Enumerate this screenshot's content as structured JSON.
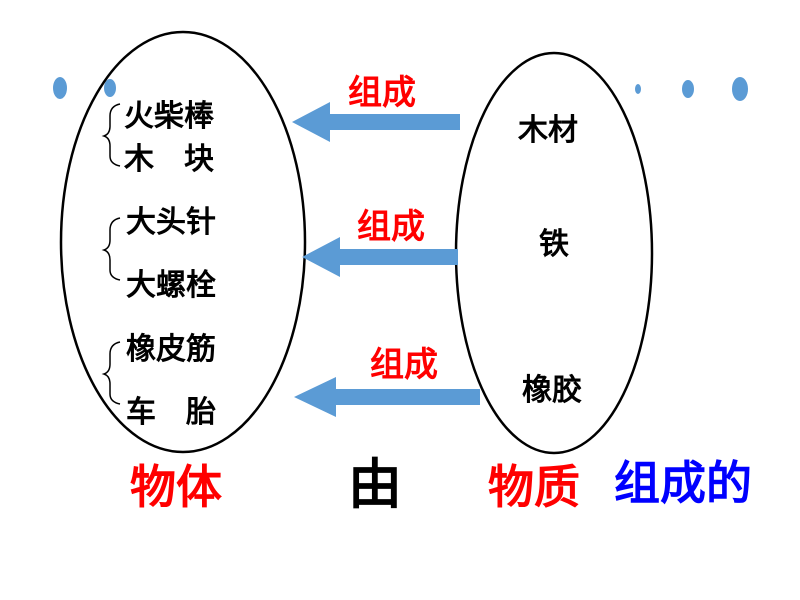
{
  "objects": [
    {
      "group": 1,
      "items": [
        "火柴棒",
        "木　块"
      ]
    },
    {
      "group": 2,
      "items": [
        "大头针",
        "大螺栓"
      ]
    },
    {
      "group": 3,
      "items": [
        "橡皮筋",
        "车　胎"
      ]
    }
  ],
  "materials": [
    "木材",
    "铁",
    "橡胶"
  ],
  "arrow_label": "组成",
  "footer": {
    "left": "物体",
    "middle": "由",
    "right_red": "物质",
    "right_blue": "组成的"
  },
  "colors": {
    "arrow": "#5b9bd5",
    "dots": "#5b9bd5",
    "label_red": "#ff0000",
    "label_blue": "#0000ff",
    "outline": "#000000"
  }
}
